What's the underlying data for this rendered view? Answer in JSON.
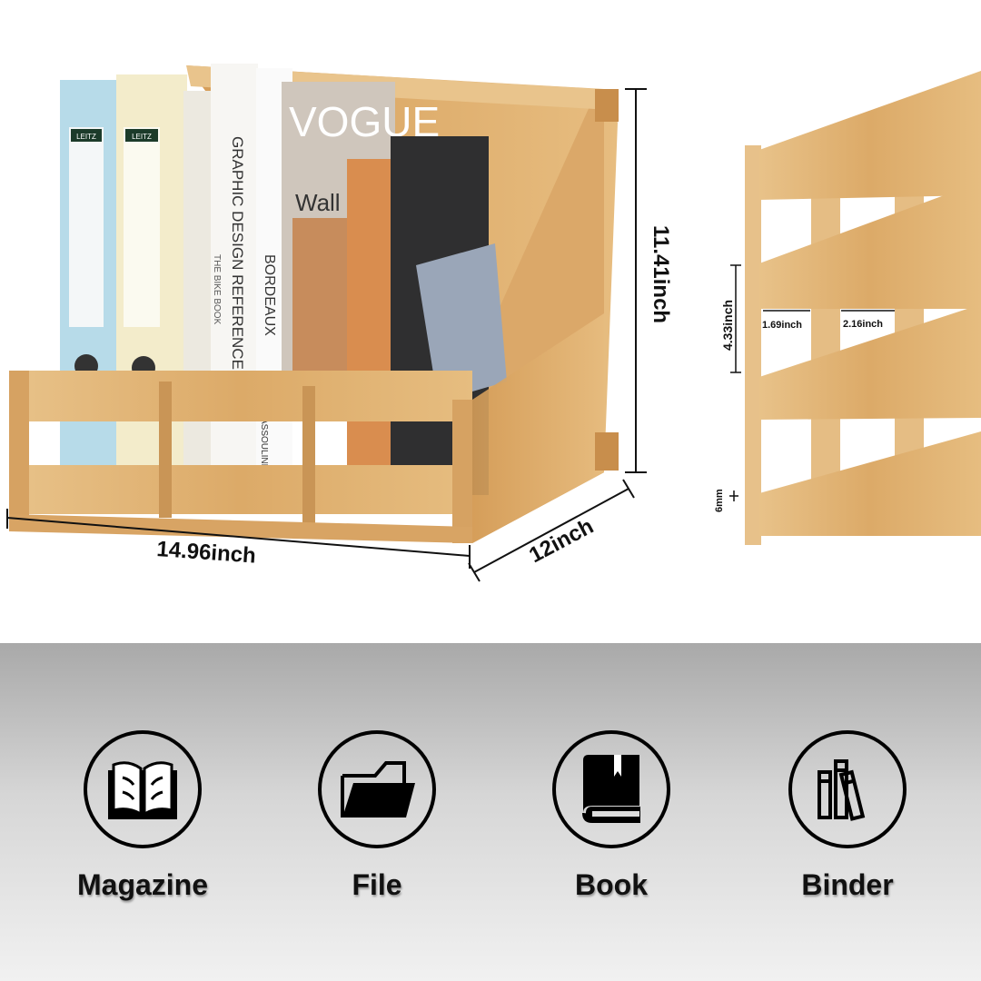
{
  "dimensions": {
    "height": "11.41inch",
    "width": "14.96inch",
    "depth": "12inch",
    "slot_height": "4.33inch",
    "gap_front": "1.69inch",
    "gap_back": "2.16inch",
    "board_thickness": "6mm"
  },
  "book_spines": {
    "binder_brand_1": "LEITZ",
    "binder_brand_2": "LEITZ",
    "magazine_title": "VOGUE",
    "book_1": "GRAPHIC DESIGN REFERENCE",
    "book_2": "THE BIKE BOOK",
    "book_3": "BORDEAUX",
    "book_4": "ASSOULINE",
    "magazine_2": "Wall"
  },
  "uses": [
    {
      "label": "Magazine",
      "icon": "open-magazine-icon"
    },
    {
      "label": "File",
      "icon": "folder-icon"
    },
    {
      "label": "Book",
      "icon": "book-icon"
    },
    {
      "label": "Binder",
      "icon": "binders-icon"
    }
  ],
  "colors": {
    "wood": "#e2b679",
    "wood_dark": "#c8914f",
    "icon": "#000000"
  }
}
